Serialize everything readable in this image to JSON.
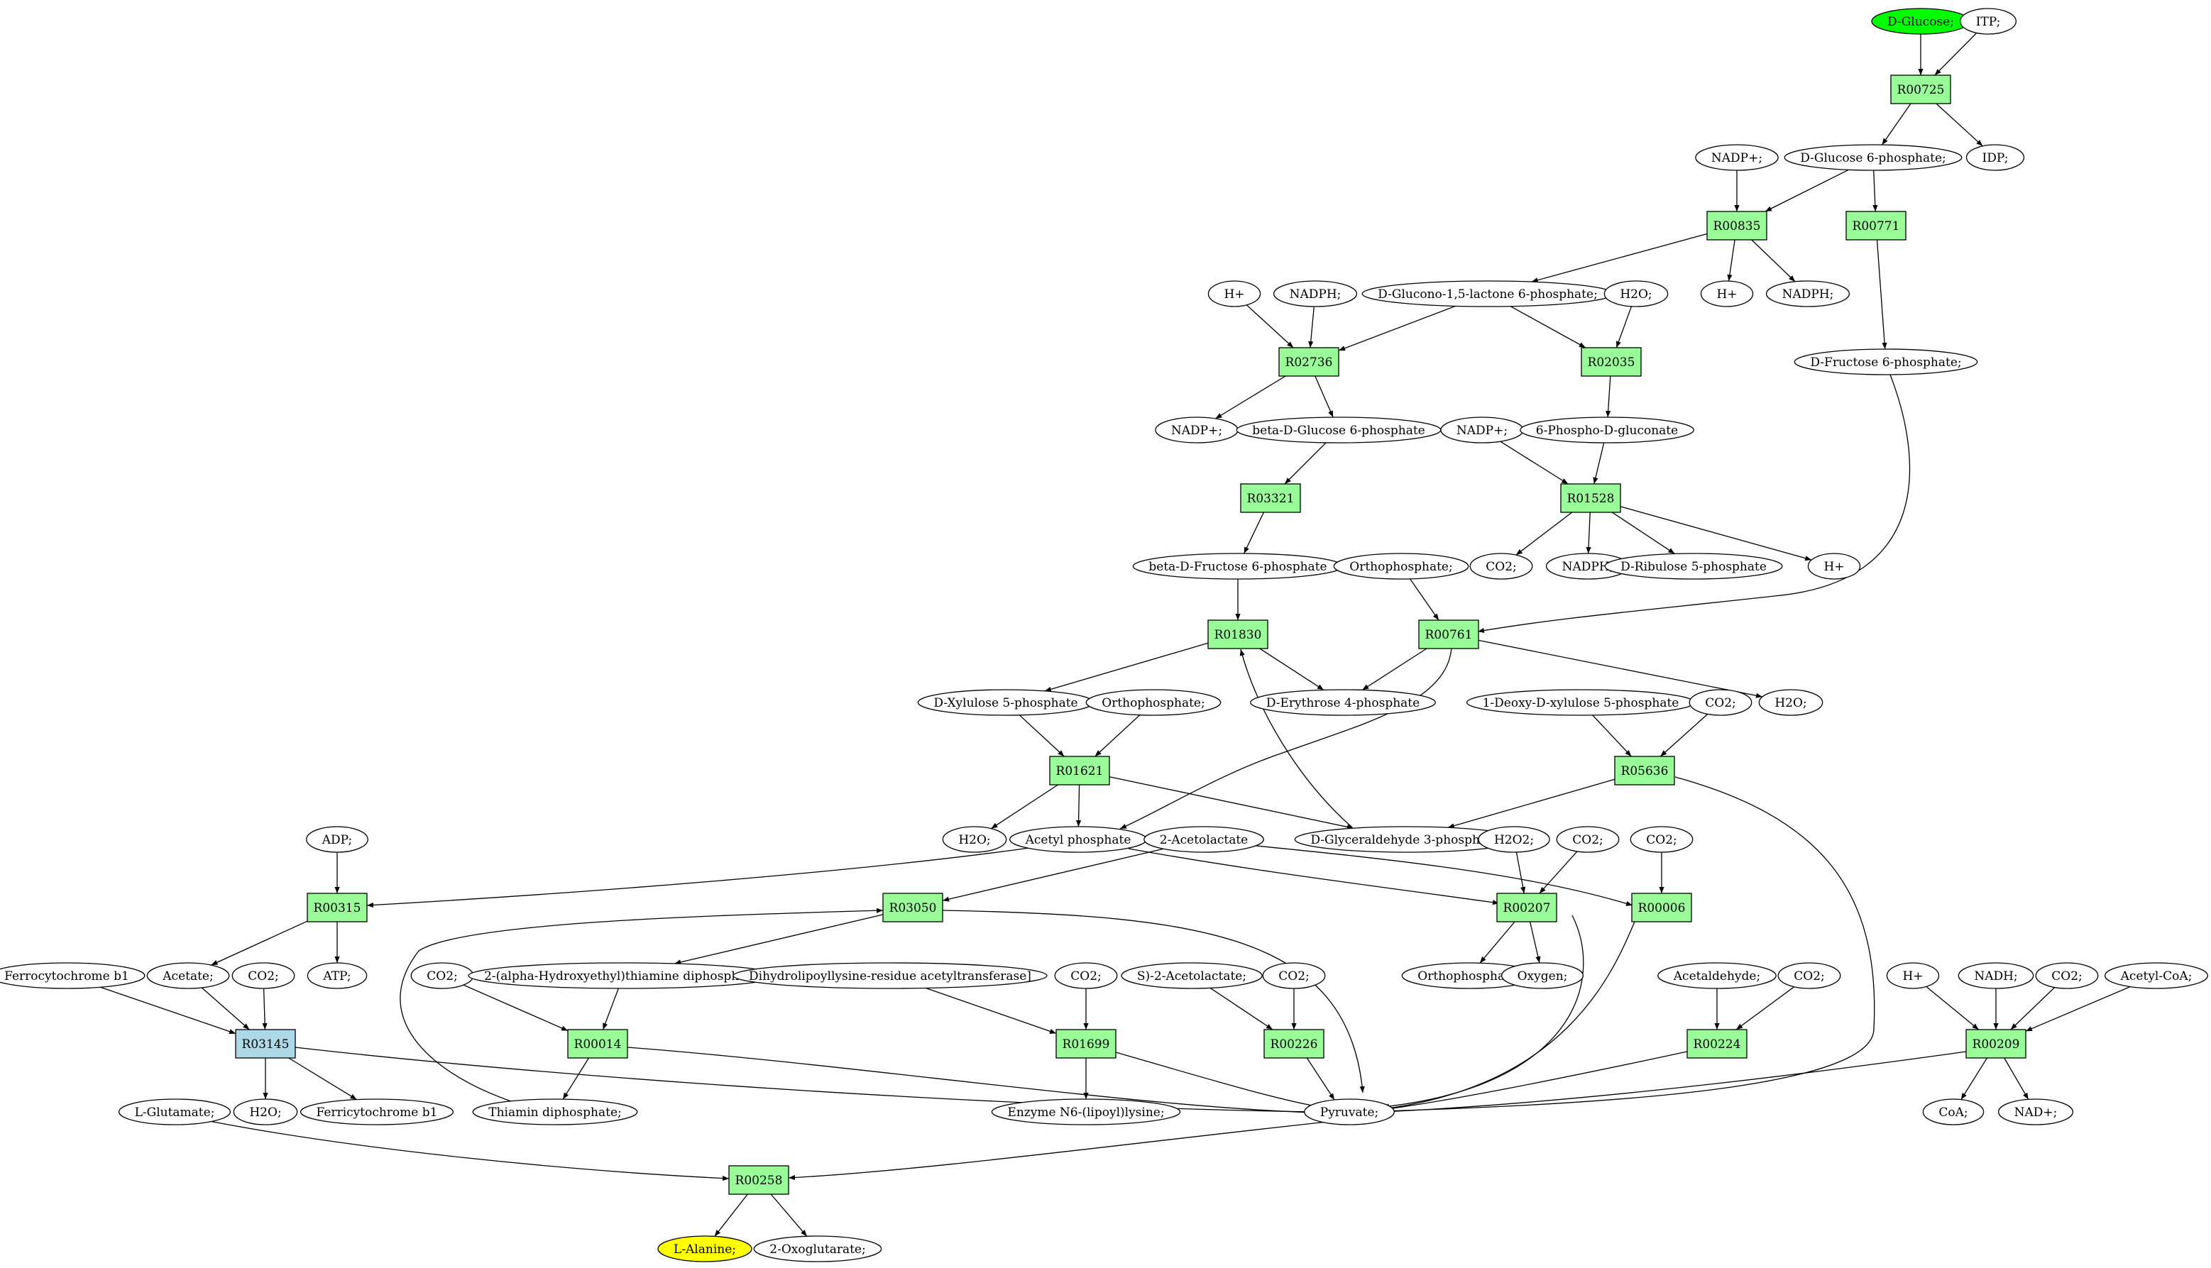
{
  "colors": {
    "reaction": "#98fb98",
    "reaction_special": "#add8e6",
    "start": "#00ff00",
    "target": "#ffff00",
    "metabolite": "#ffffff",
    "stroke": "#000000"
  },
  "nodes": [
    {
      "id": "m_glc",
      "kind": "metabolite",
      "label": "D-Glucose;",
      "fill": "#00ff00"
    },
    {
      "id": "m_itp",
      "kind": "metabolite",
      "label": "ITP;"
    },
    {
      "id": "r_R00725",
      "kind": "reaction",
      "label": "R00725"
    },
    {
      "id": "m_nadp1",
      "kind": "metabolite",
      "label": "NADP+;"
    },
    {
      "id": "m_g6p",
      "kind": "metabolite",
      "label": "D-Glucose 6-phosphate;"
    },
    {
      "id": "m_idp",
      "kind": "metabolite",
      "label": "IDP;"
    },
    {
      "id": "r_R00835",
      "kind": "reaction",
      "label": "R00835"
    },
    {
      "id": "r_R00771",
      "kind": "reaction",
      "label": "R00771"
    },
    {
      "id": "m_h1",
      "kind": "metabolite",
      "label": "H+"
    },
    {
      "id": "m_nadph1",
      "kind": "metabolite",
      "label": "NADPH;"
    },
    {
      "id": "m_glac",
      "kind": "metabolite",
      "label": "D-Glucono-1,5-lactone 6-phosphate;"
    },
    {
      "id": "m_h2o1",
      "kind": "metabolite",
      "label": "H2O;"
    },
    {
      "id": "m_h2",
      "kind": "metabolite",
      "label": "H+"
    },
    {
      "id": "m_nadph2",
      "kind": "metabolite",
      "label": "NADPH;"
    },
    {
      "id": "m_f6p",
      "kind": "metabolite",
      "label": "D-Fructose 6-phosphate;"
    },
    {
      "id": "r_R02736",
      "kind": "reaction",
      "label": "R02736"
    },
    {
      "id": "r_R02035",
      "kind": "reaction",
      "label": "R02035"
    },
    {
      "id": "m_nadp2",
      "kind": "metabolite",
      "label": "NADP+;"
    },
    {
      "id": "m_bg6p",
      "kind": "metabolite",
      "label": "beta-D-Glucose 6-phosphate"
    },
    {
      "id": "m_nadp3",
      "kind": "metabolite",
      "label": "NADP+;"
    },
    {
      "id": "m_6pg",
      "kind": "metabolite",
      "label": "6-Phospho-D-gluconate"
    },
    {
      "id": "r_R03321",
      "kind": "reaction",
      "label": "R03321"
    },
    {
      "id": "r_R01528",
      "kind": "reaction",
      "label": "R01528"
    },
    {
      "id": "m_bf6p",
      "kind": "metabolite",
      "label": "beta-D-Fructose 6-phosphate"
    },
    {
      "id": "m_pi1",
      "kind": "metabolite",
      "label": "Orthophosphate;"
    },
    {
      "id": "m_co2a",
      "kind": "metabolite",
      "label": "CO2;"
    },
    {
      "id": "m_nadph3",
      "kind": "metabolite",
      "label": "NADPH;"
    },
    {
      "id": "m_ru5p",
      "kind": "metabolite",
      "label": "D-Ribulose 5-phosphate"
    },
    {
      "id": "m_h3",
      "kind": "metabolite",
      "label": "H+"
    },
    {
      "id": "r_R01830",
      "kind": "reaction",
      "label": "R01830"
    },
    {
      "id": "r_R00761",
      "kind": "reaction",
      "label": "R00761"
    },
    {
      "id": "m_h2o2",
      "kind": "metabolite",
      "label": "H2O;"
    },
    {
      "id": "m_x5p",
      "kind": "metabolite",
      "label": "D-Xylulose 5-phosphate"
    },
    {
      "id": "m_pi2",
      "kind": "metabolite",
      "label": "Orthophosphate;"
    },
    {
      "id": "m_e4p",
      "kind": "metabolite",
      "label": "D-Erythrose 4-phosphate"
    },
    {
      "id": "m_dxp",
      "kind": "metabolite",
      "label": "1-Deoxy-D-xylulose 5-phosphate"
    },
    {
      "id": "m_co2b",
      "kind": "metabolite",
      "label": "CO2;"
    },
    {
      "id": "r_R01621",
      "kind": "reaction",
      "label": "R01621"
    },
    {
      "id": "r_R05636",
      "kind": "reaction",
      "label": "R05636"
    },
    {
      "id": "m_adp",
      "kind": "metabolite",
      "label": "ADP;"
    },
    {
      "id": "m_h2o3",
      "kind": "metabolite",
      "label": "H2O;"
    },
    {
      "id": "m_acp",
      "kind": "metabolite",
      "label": "Acetyl phosphate"
    },
    {
      "id": "m_acl",
      "kind": "metabolite",
      "label": "2-Acetolactate"
    },
    {
      "id": "m_gap",
      "kind": "metabolite",
      "label": "D-Glyceraldehyde 3-phosphate;"
    },
    {
      "id": "m_h2o2x",
      "kind": "metabolite",
      "label": "H2O2;"
    },
    {
      "id": "m_co2c",
      "kind": "metabolite",
      "label": "CO2;"
    },
    {
      "id": "m_co2d",
      "kind": "metabolite",
      "label": "CO2;"
    },
    {
      "id": "r_R00315",
      "kind": "reaction",
      "label": "R00315"
    },
    {
      "id": "r_R03050",
      "kind": "reaction",
      "label": "R03050"
    },
    {
      "id": "r_R00207",
      "kind": "reaction",
      "label": "R00207"
    },
    {
      "id": "r_R00006",
      "kind": "reaction",
      "label": "R00006"
    },
    {
      "id": "m_fcb1",
      "kind": "metabolite",
      "label": "Ferrocytochrome b1"
    },
    {
      "id": "m_ace",
      "kind": "metabolite",
      "label": "Acetate;"
    },
    {
      "id": "m_co2e",
      "kind": "metabolite",
      "label": "CO2;"
    },
    {
      "id": "m_atp",
      "kind": "metabolite",
      "label": "ATP;"
    },
    {
      "id": "m_co2f",
      "kind": "metabolite",
      "label": "CO2;"
    },
    {
      "id": "m_hetpp",
      "kind": "metabolite",
      "label": "2-(alpha-Hydroxyethyl)thiamine diphosphate;"
    },
    {
      "id": "m_dlat",
      "kind": "metabolite",
      "label": "Dihydrolipoyllysine-residue acetyltransferase]"
    },
    {
      "id": "m_co2g",
      "kind": "metabolite",
      "label": "CO2;"
    },
    {
      "id": "m_sacl",
      "kind": "metabolite",
      "label": "S)-2-Acetolactate;"
    },
    {
      "id": "m_co2h",
      "kind": "metabolite",
      "label": "CO2;"
    },
    {
      "id": "m_pi3",
      "kind": "metabolite",
      "label": "Orthophosphate;"
    },
    {
      "id": "m_o2",
      "kind": "metabolite",
      "label": "Oxygen;"
    },
    {
      "id": "m_acald",
      "kind": "metabolite",
      "label": "Acetaldehyde;"
    },
    {
      "id": "m_co2i",
      "kind": "metabolite",
      "label": "CO2;"
    },
    {
      "id": "m_h4",
      "kind": "metabolite",
      "label": "H+"
    },
    {
      "id": "m_nadh",
      "kind": "metabolite",
      "label": "NADH;"
    },
    {
      "id": "m_co2j",
      "kind": "metabolite",
      "label": "CO2;"
    },
    {
      "id": "m_accoa",
      "kind": "metabolite",
      "label": "Acetyl-CoA;"
    },
    {
      "id": "r_R03145",
      "kind": "reaction",
      "label": "R03145",
      "fill": "#add8e6"
    },
    {
      "id": "r_R00014",
      "kind": "reaction",
      "label": "R00014"
    },
    {
      "id": "r_R01699",
      "kind": "reaction",
      "label": "R01699"
    },
    {
      "id": "r_R00226",
      "kind": "reaction",
      "label": "R00226"
    },
    {
      "id": "r_R00224",
      "kind": "reaction",
      "label": "R00224"
    },
    {
      "id": "r_R00209",
      "kind": "reaction",
      "label": "R00209"
    },
    {
      "id": "m_glu",
      "kind": "metabolite",
      "label": "L-Glutamate;"
    },
    {
      "id": "m_h2o4",
      "kind": "metabolite",
      "label": "H2O;"
    },
    {
      "id": "m_fcb1b",
      "kind": "metabolite",
      "label": "Ferricytochrome b1"
    },
    {
      "id": "m_tpp",
      "kind": "metabolite",
      "label": "Thiamin diphosphate;"
    },
    {
      "id": "m_lip",
      "kind": "metabolite",
      "label": "Enzyme N6-(lipoyl)lysine;"
    },
    {
      "id": "m_pyr",
      "kind": "metabolite",
      "label": "Pyruvate;"
    },
    {
      "id": "m_coa",
      "kind": "metabolite",
      "label": "CoA;"
    },
    {
      "id": "m_nad",
      "kind": "metabolite",
      "label": "NAD+;"
    },
    {
      "id": "r_R00258",
      "kind": "reaction",
      "label": "R00258"
    },
    {
      "id": "m_ala",
      "kind": "metabolite",
      "label": "L-Alanine;",
      "fill": "#ffff00"
    },
    {
      "id": "m_akg",
      "kind": "metabolite",
      "label": "2-Oxoglutarate;"
    }
  ],
  "edges": [
    [
      "m_glc",
      "r_R00725"
    ],
    [
      "m_itp",
      "r_R00725"
    ],
    [
      "r_R00725",
      "m_g6p"
    ],
    [
      "r_R00725",
      "m_idp"
    ],
    [
      "m_nadp1",
      "r_R00835"
    ],
    [
      "m_g6p",
      "r_R00835"
    ],
    [
      "m_g6p",
      "r_R00771"
    ],
    [
      "r_R00835",
      "m_glac"
    ],
    [
      "r_R00835",
      "m_h1"
    ],
    [
      "r_R00835",
      "m_nadph1"
    ],
    [
      "r_R00771",
      "m_f6p"
    ],
    [
      "m_h2",
      "r_R02736"
    ],
    [
      "m_nadph2",
      "r_R02736"
    ],
    [
      "m_glac",
      "r_R02736"
    ],
    [
      "m_glac",
      "r_R02035"
    ],
    [
      "m_h2o1",
      "r_R02035"
    ],
    [
      "r_R02736",
      "m_nadp2"
    ],
    [
      "r_R02736",
      "m_bg6p"
    ],
    [
      "r_R02035",
      "m_6pg"
    ],
    [
      "m_bg6p",
      "r_R03321"
    ],
    [
      "m_nadp3",
      "r_R01528"
    ],
    [
      "m_6pg",
      "r_R01528"
    ],
    [
      "r_R03321",
      "m_bf6p"
    ],
    [
      "r_R01528",
      "m_co2a"
    ],
    [
      "r_R01528",
      "m_nadph3"
    ],
    [
      "r_R01528",
      "m_ru5p"
    ],
    [
      "r_R01528",
      "m_h3"
    ],
    [
      "m_bf6p",
      "r_R01830"
    ],
    [
      "m_pi1",
      "r_R00761"
    ],
    [
      "m_f6p",
      "r_R00761"
    ],
    [
      "r_R01830",
      "m_x5p"
    ],
    [
      "r_R01830",
      "m_e4p"
    ],
    [
      "r_R00761",
      "m_e4p"
    ],
    [
      "r_R00761",
      "m_h2o2"
    ],
    [
      "r_R00761",
      "m_acp"
    ],
    [
      "m_x5p",
      "r_R01621"
    ],
    [
      "m_pi2",
      "r_R01621"
    ],
    [
      "m_dxp",
      "r_R05636"
    ],
    [
      "m_co2b",
      "r_R05636"
    ],
    [
      "r_R01621",
      "m_h2o3"
    ],
    [
      "r_R01621",
      "m_acp"
    ],
    [
      "r_R01621",
      "m_gap"
    ],
    [
      "r_R05636",
      "m_gap"
    ],
    [
      "r_R05636",
      "m_pyr"
    ],
    [
      "m_gap",
      "r_R01830"
    ],
    [
      "m_adp",
      "r_R00315"
    ],
    [
      "m_acp",
      "r_R00315"
    ],
    [
      "m_acp",
      "r_R00207"
    ],
    [
      "m_acl",
      "r_R03050"
    ],
    [
      "m_acl",
      "r_R00006"
    ],
    [
      "m_h2o2x",
      "r_R00207"
    ],
    [
      "m_co2c",
      "r_R00207"
    ],
    [
      "m_co2d",
      "r_R00006"
    ],
    [
      "r_R00315",
      "m_ace"
    ],
    [
      "r_R00315",
      "m_atp"
    ],
    [
      "r_R03050",
      "m_hetpp"
    ],
    [
      "r_R03050",
      "m_pyr"
    ],
    [
      "r_R00207",
      "m_pi3"
    ],
    [
      "r_R00207",
      "m_o2"
    ],
    [
      "r_R00207",
      "m_pyr"
    ],
    [
      "r_R00006",
      "m_pyr"
    ],
    [
      "m_fcb1",
      "r_R03145"
    ],
    [
      "m_ace",
      "r_R03145"
    ],
    [
      "m_co2e",
      "r_R03145"
    ],
    [
      "m_co2f",
      "r_R00014"
    ],
    [
      "m_hetpp",
      "r_R00014"
    ],
    [
      "m_dlat",
      "r_R01699"
    ],
    [
      "m_co2g",
      "r_R01699"
    ],
    [
      "m_sacl",
      "r_R00226"
    ],
    [
      "m_co2h",
      "r_R00226"
    ],
    [
      "m_acald",
      "r_R00224"
    ],
    [
      "m_co2i",
      "r_R00224"
    ],
    [
      "m_h4",
      "r_R00209"
    ],
    [
      "m_nadh",
      "r_R00209"
    ],
    [
      "m_co2j",
      "r_R00209"
    ],
    [
      "m_accoa",
      "r_R00209"
    ],
    [
      "r_R03145",
      "m_h2o4"
    ],
    [
      "r_R03145",
      "m_fcb1b"
    ],
    [
      "r_R03145",
      "m_pyr"
    ],
    [
      "r_R00014",
      "m_tpp"
    ],
    [
      "r_R00014",
      "m_pyr"
    ],
    [
      "m_tpp",
      "r_R03050"
    ],
    [
      "r_R01699",
      "m_lip"
    ],
    [
      "r_R01699",
      "m_pyr"
    ],
    [
      "r_R00226",
      "m_pyr"
    ],
    [
      "r_R00224",
      "m_pyr"
    ],
    [
      "r_R00209",
      "m_pyr"
    ],
    [
      "r_R00209",
      "m_coa"
    ],
    [
      "r_R00209",
      "m_nad"
    ],
    [
      "m_glu",
      "r_R00258"
    ],
    [
      "m_pyr",
      "r_R00258"
    ],
    [
      "r_R00258",
      "m_ala"
    ],
    [
      "r_R00258",
      "m_akg"
    ]
  ]
}
